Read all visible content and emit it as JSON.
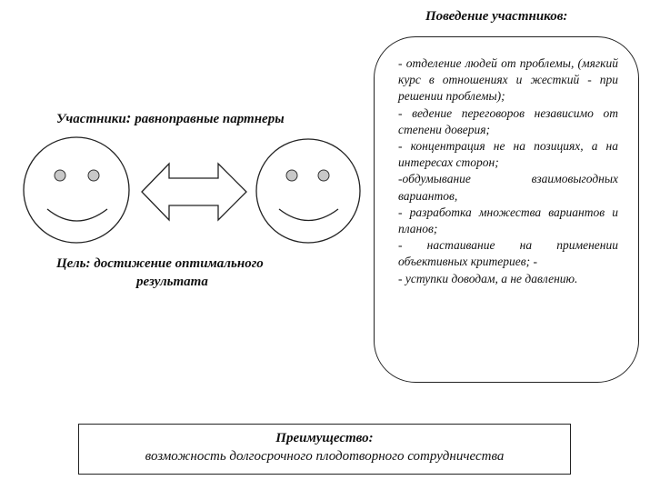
{
  "participants": {
    "label": "Участники",
    "colon": ":",
    "value": " равноправные партнеры"
  },
  "goal": {
    "line1": "Цель: достижение оптимального",
    "line2": "результата"
  },
  "behavior": {
    "title": "Поведение участников:",
    "items": [
      "- отделение людей от проблемы, (мягкий курс в отношениях и жесткий - при решении проблемы);",
      "- ведение переговоров независимо от степени доверия;",
      "- концентрация не на позициях, а на интересах сторон;",
      "-обдумывание взаимовыгодных вариантов,",
      "- разработка множества вариантов и планов;",
      "- настаивание на применении объективных критериев; -",
      "- уступки доводам, а не давлению."
    ]
  },
  "advantage": {
    "title": "Преимущество:",
    "text": "возможность долгосрочного плодотворного сотрудничества"
  }
}
